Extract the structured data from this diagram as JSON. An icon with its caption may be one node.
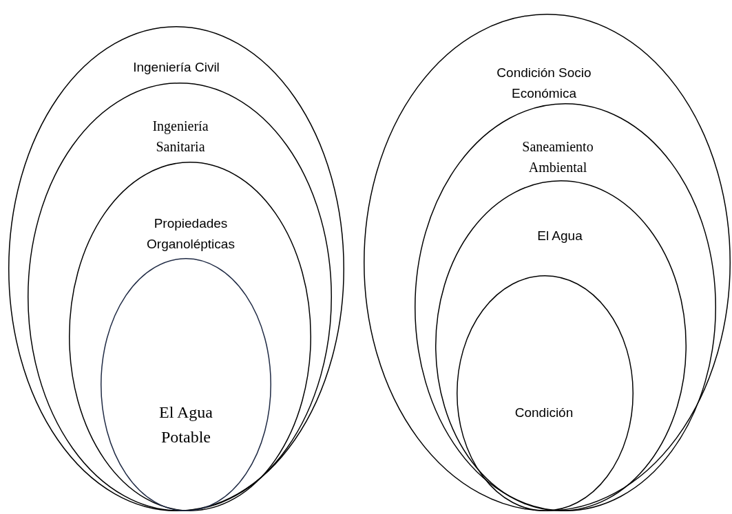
{
  "diagram": {
    "nodes": [
      {
        "text": [
          "Ingeniería Civil"
        ]
      },
      {
        "text": [
          "Ingeniería Sanitaria"
        ],
        "in": 0
      },
      {
        "text": [
          "Propiedades Organolépticas"
        ],
        "in": 1
      },
      {
        "text": [
          "El Agua Potable"
        ],
        "in": 2
      },
      {
        "text": [
          "Condición Socio Económica"
        ]
      },
      {
        "text": [
          "Saneamiento Ambiental"
        ],
        "in": 4
      },
      {
        "text": [
          "El Agua"
        ],
        "in": 5
      },
      {
        "text": [
          "Condición"
        ],
        "in": 6
      }
    ]
  }
}
